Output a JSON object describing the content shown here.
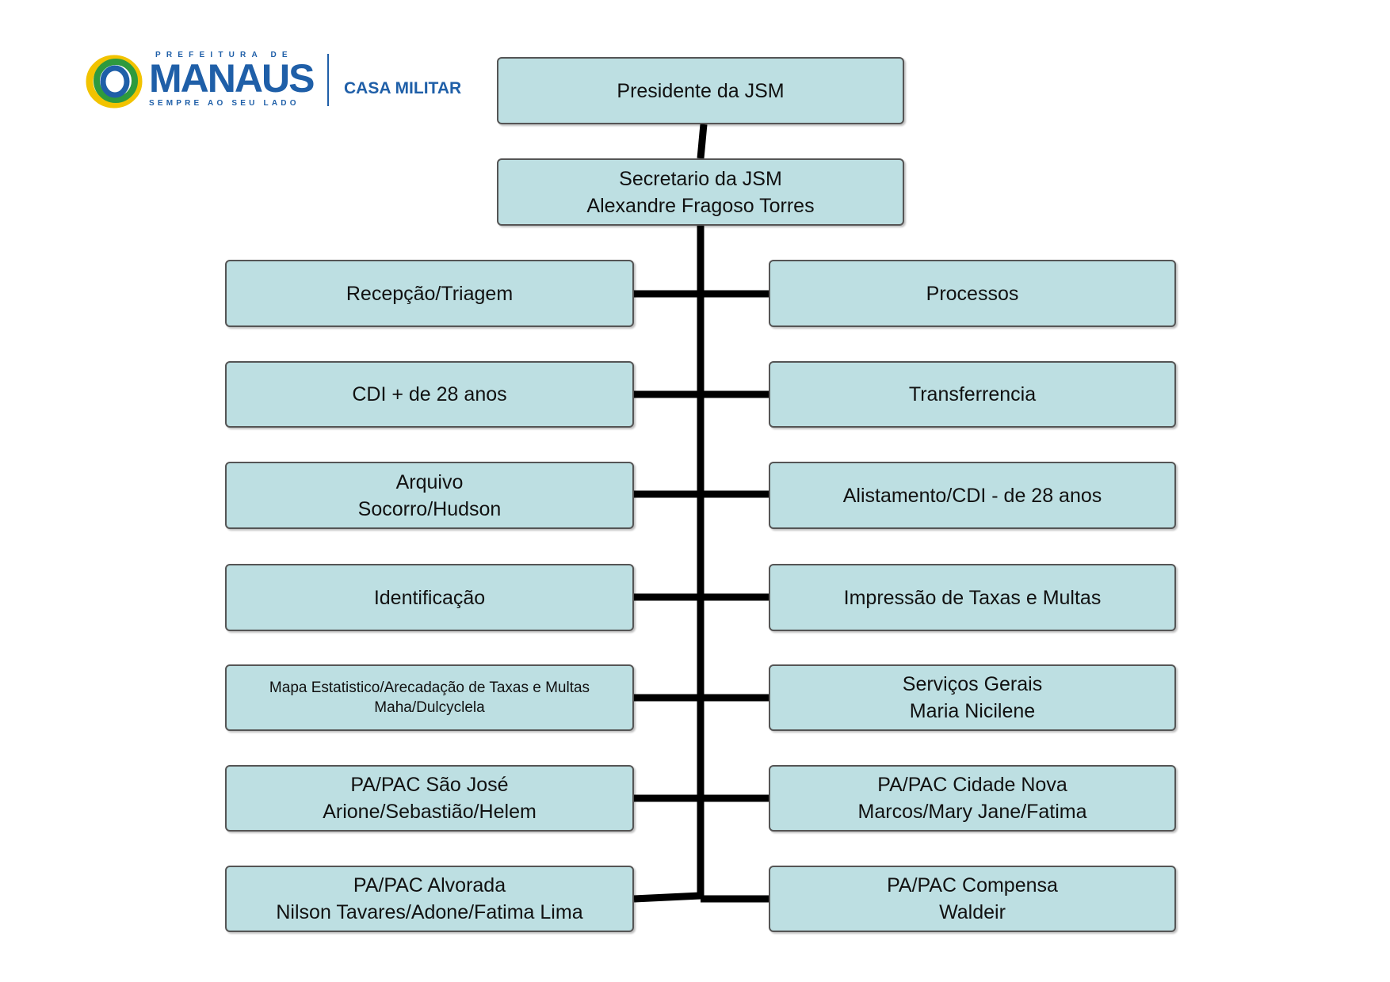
{
  "header": {
    "prefeitura": "PREFEITURA DE",
    "city": "MANAUS",
    "slogan": "SEMPRE AO SEU LADO",
    "department": "CASA MILITAR",
    "brand_color": "#1f5fa8",
    "logo_icon": "manaus-ring-logo-icon"
  },
  "colors": {
    "box_fill": "#bddfe2",
    "box_border": "#555555",
    "connector": "#000000"
  },
  "org": {
    "president": {
      "line1": "Presidente da JSM"
    },
    "secretary": {
      "line1": "Secretario da JSM",
      "line2": "Alexandre Fragoso Torres"
    },
    "left": [
      {
        "line1": "Recepção/Triagem"
      },
      {
        "line1": "CDI + de 28 anos"
      },
      {
        "line1": "Arquivo",
        "line2": "Socorro/Hudson"
      },
      {
        "line1": "Identificação"
      },
      {
        "line1": "Mapa Estatistico/Arecadação de Taxas e Multas",
        "line2": "Maha/Dulcyclela"
      },
      {
        "line1": "PA/PAC São José",
        "line2": "Arione/Sebastião/Helem"
      },
      {
        "line1": "PA/PAC Alvorada",
        "line2": "Nilson Tavares/Adone/Fatima Lima"
      }
    ],
    "right": [
      {
        "line1": "Processos"
      },
      {
        "line1": "Transferrencia"
      },
      {
        "line1": "Alistamento/CDI - de 28 anos"
      },
      {
        "line1": "Impressão de Taxas e Multas"
      },
      {
        "line1": "Serviços Gerais",
        "line2": "Maria Nicilene"
      },
      {
        "line1": "PA/PAC Cidade Nova",
        "line2": "Marcos/Mary Jane/Fatima"
      },
      {
        "line1": "PA/PAC Compensa",
        "line2": "Waldeir"
      }
    ]
  }
}
